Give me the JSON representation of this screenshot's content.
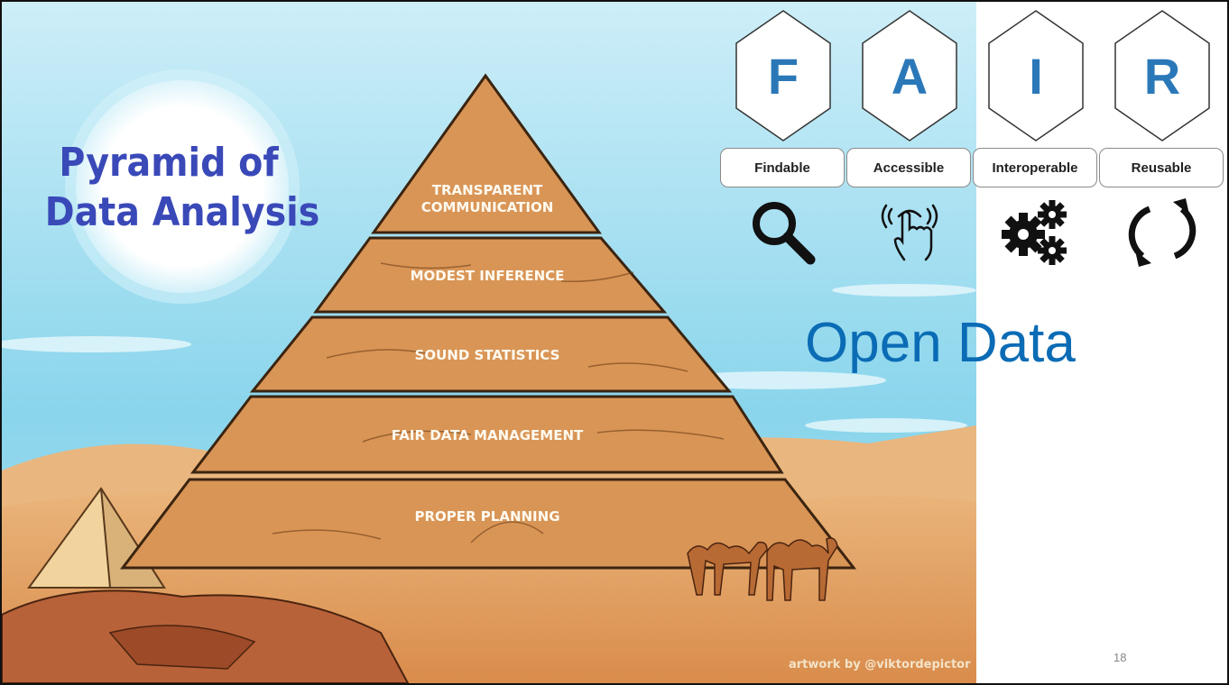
{
  "artwork": {
    "title_line1": "Pyramid of",
    "title_line2": "Data Analysis",
    "tiers": [
      {
        "line1": "TRANSPARENT",
        "line2": "COMMUNICATION"
      },
      {
        "line1": "MODEST INFERENCE"
      },
      {
        "line1": "SOUND STATISTICS"
      },
      {
        "line1": "FAIR DATA MANAGEMENT"
      },
      {
        "line1": "PROPER PLANNING"
      }
    ],
    "credit": "artwork by @viktordepictor"
  },
  "fair": [
    {
      "letter": "F",
      "label": "Findable",
      "icon": "magnifier-icon"
    },
    {
      "letter": "A",
      "label": "Accessible",
      "icon": "touch-hand-icon"
    },
    {
      "letter": "I",
      "label": "Interoperable",
      "icon": "gears-icon"
    },
    {
      "letter": "R",
      "label": "Reusable",
      "icon": "refresh-cycle-icon"
    }
  ],
  "headline": "Open Data",
  "page_number": "18",
  "colors": {
    "sky_top": "#bfe9f6",
    "sky_bottom": "#7fd0ea",
    "pyramid": "#d99556",
    "sand": "#e6a86b",
    "title": "#3a49b8",
    "accent": "#0b6cb5",
    "letter": "#2a78b8"
  }
}
